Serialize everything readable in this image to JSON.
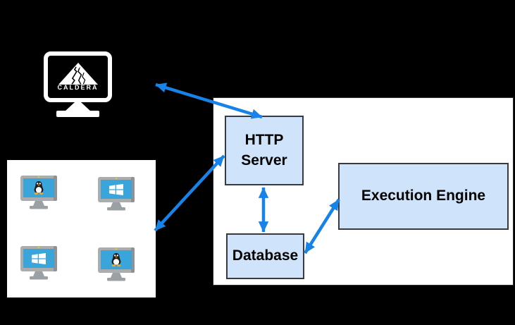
{
  "diagram": {
    "type": "caldera-architecture",
    "caldera_monitor": {
      "logo_text": "CALDERA"
    },
    "agent_machines": [
      {
        "os": "linux"
      },
      {
        "os": "windows"
      },
      {
        "os": "windows"
      },
      {
        "os": "linux"
      }
    ],
    "nodes": [
      {
        "id": "http-server",
        "label": "HTTP Server"
      },
      {
        "id": "database",
        "label": "Database"
      },
      {
        "id": "execution-engine",
        "label": "Execution Engine"
      }
    ],
    "edges": [
      {
        "from": "caldera-monitor",
        "to": "http-server",
        "bidirectional": true
      },
      {
        "from": "agent-machines",
        "to": "http-server",
        "bidirectional": true
      },
      {
        "from": "http-server",
        "to": "database",
        "bidirectional": true
      },
      {
        "from": "database",
        "to": "execution-engine",
        "bidirectional": true
      }
    ],
    "colors": {
      "background": "#000000",
      "panel": "#ffffff",
      "node_fill": "#cfe4fa",
      "node_border": "#393941",
      "arrow": "#1782e8",
      "agent_screen": "#3aa5da"
    }
  }
}
